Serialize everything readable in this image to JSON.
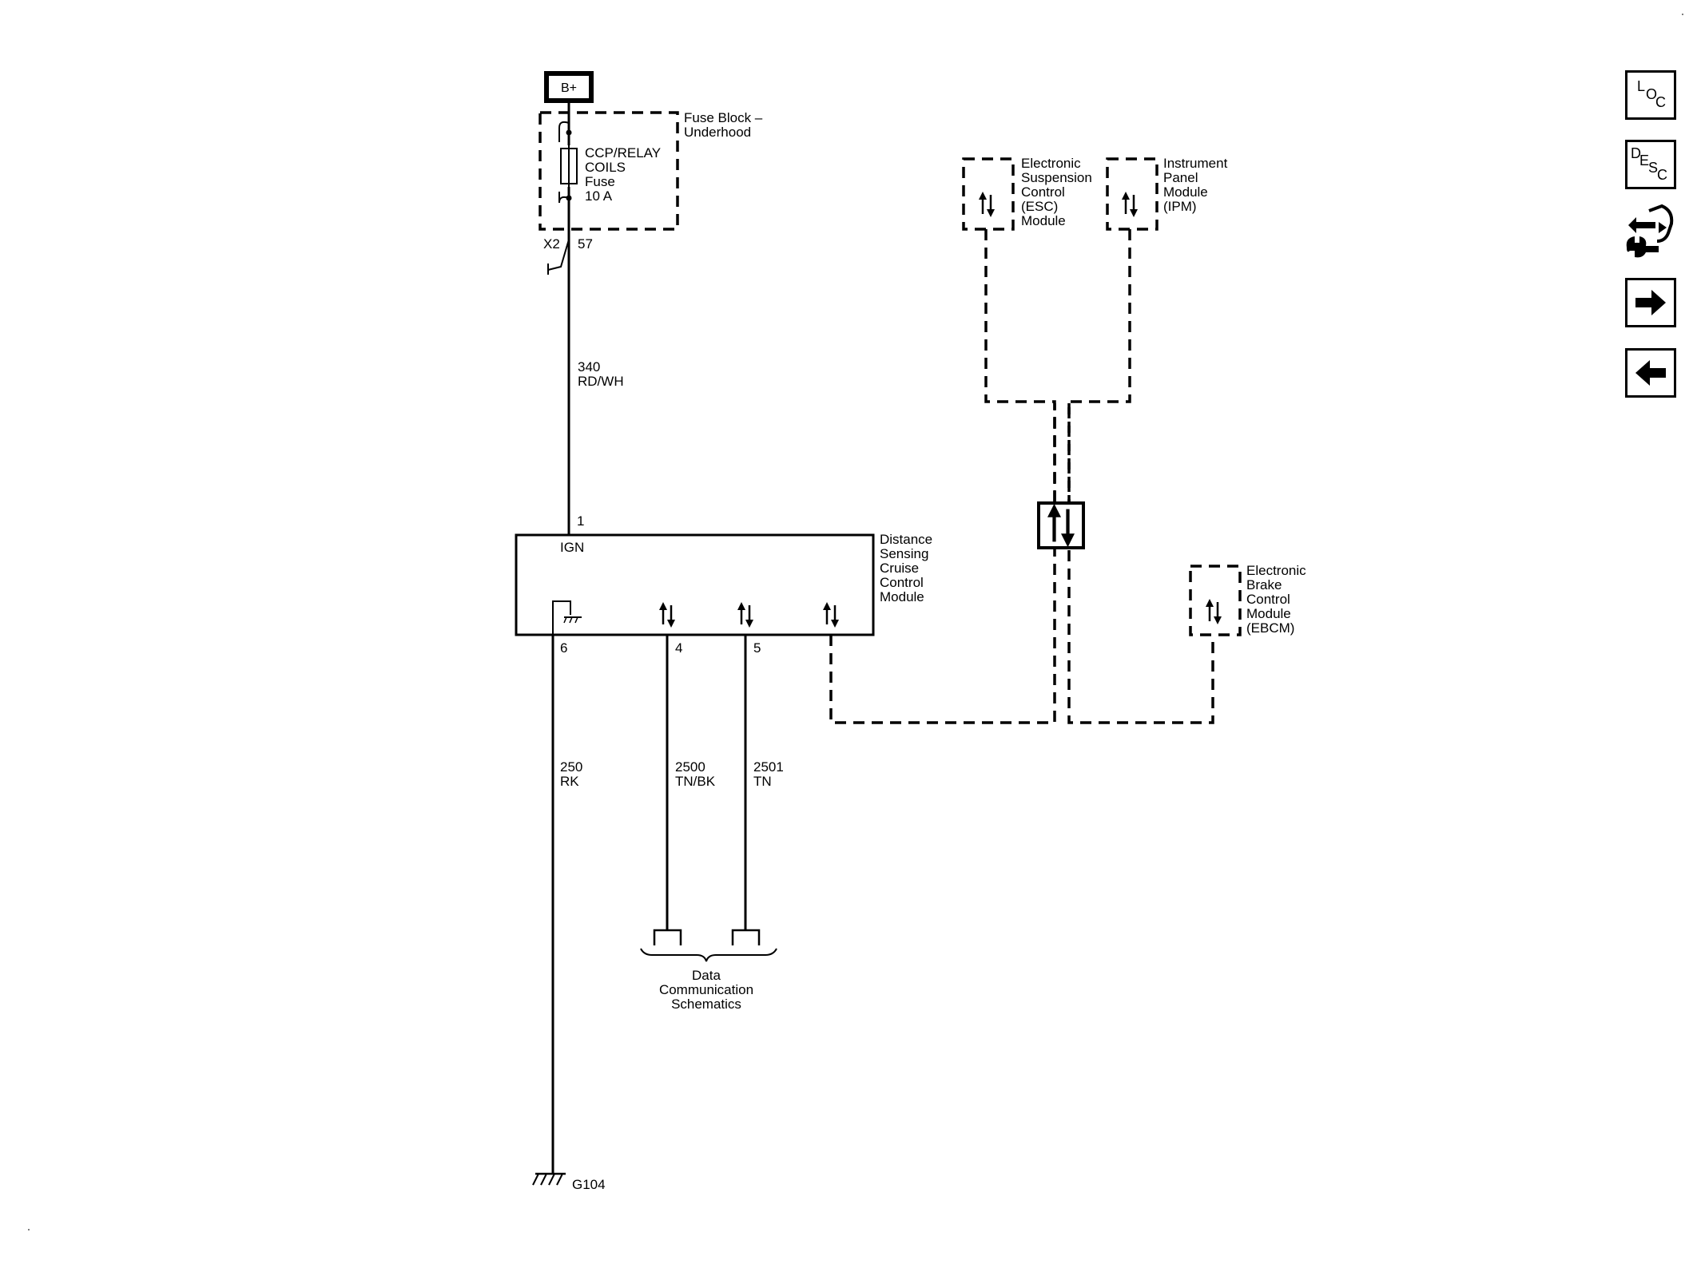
{
  "power": {
    "source": "B+"
  },
  "fuse_block": {
    "title_line1": "Fuse Block –",
    "title_line2": "Underhood",
    "fuse_line1": "CCP/RELAY",
    "fuse_line2": "COILS",
    "fuse_line3": "Fuse",
    "fuse_line4": "10 A",
    "connector": "X2",
    "pin": "57"
  },
  "wire_ign": {
    "circuit": "340",
    "color": "RD/WH"
  },
  "dscc_module": {
    "line1": "Distance",
    "line2": "Sensing",
    "line3": "Cruise",
    "line4": "Control",
    "line5": "Module",
    "ign_label": "IGN",
    "pin_ign": "1",
    "pin_ground": "6",
    "pin_data1": "4",
    "pin_data2": "5"
  },
  "wire_ground": {
    "circuit": "250",
    "color": "RK"
  },
  "wire_data1": {
    "circuit": "2500",
    "color": "TN/BK"
  },
  "wire_data2": {
    "circuit": "2501",
    "color": "TN"
  },
  "ground": {
    "label": "G104"
  },
  "data_comm": {
    "line1": "Data",
    "line2": "Communication",
    "line3": "Schematics"
  },
  "esc_module": {
    "line1": "Electronic",
    "line2": "Suspension",
    "line3": "Control",
    "line4": "(ESC)",
    "line5": "Module"
  },
  "ipm_module": {
    "line1": "Instrument",
    "line2": "Panel",
    "line3": "Module",
    "line4": "(IPM)"
  },
  "ebcm_module": {
    "line1": "Electronic",
    "line2": "Brake",
    "line3": "Control",
    "line4": "Module",
    "line5": "(EBCM)"
  },
  "nav": {
    "loc": {
      "l1": "L",
      "l2": "O",
      "l3": "C"
    },
    "desc": {
      "l1": "D",
      "l2": "E",
      "l3": "S",
      "l4": "C"
    },
    "items": [
      {
        "name": "loc-icon"
      },
      {
        "name": "desc-icon"
      },
      {
        "name": "connector-wrench-icon"
      },
      {
        "name": "arrow-right-icon"
      },
      {
        "name": "arrow-left-icon"
      }
    ]
  }
}
